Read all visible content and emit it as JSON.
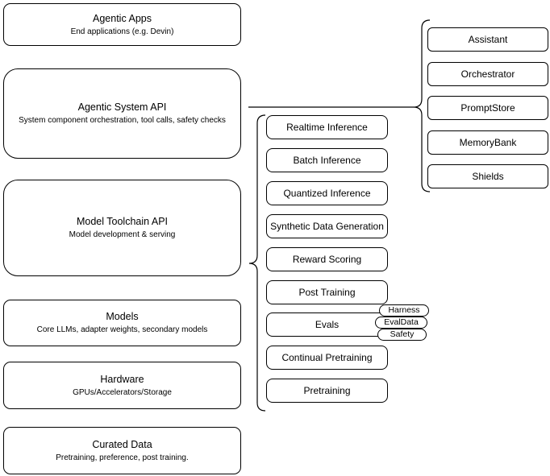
{
  "diagram": {
    "stack": [
      {
        "title": "Agentic Apps",
        "subtitle": "End applications (e.g. Devin)"
      },
      {
        "title": "Agentic System API",
        "subtitle": "System component orchestration, tool calls, safety checks"
      },
      {
        "title": "Model Toolchain API",
        "subtitle": "Model development & serving"
      },
      {
        "title": "Models",
        "subtitle": "Core LLMs, adapter weights, secondary models"
      },
      {
        "title": "Hardware",
        "subtitle": "GPUs/Accelerators/Storage"
      },
      {
        "title": "Curated Data",
        "subtitle": "Pretraining, preference, post training."
      }
    ],
    "toolchain_items": [
      "Realtime Inference",
      "Batch Inference",
      "Quantized Inference",
      "Synthetic Data Generation",
      "Reward Scoring",
      "Post Training",
      "Evals",
      "Continual Pretraining",
      "Pretraining"
    ],
    "eval_tags": [
      "Harness",
      "EvalData",
      "Safety"
    ],
    "system_components": [
      "Assistant",
      "Orchestrator",
      "PromptStore",
      "MemoryBank",
      "Shields"
    ],
    "colors": {
      "stroke": "#000000",
      "fill": "#ffffff",
      "background": "#ffffff"
    }
  }
}
